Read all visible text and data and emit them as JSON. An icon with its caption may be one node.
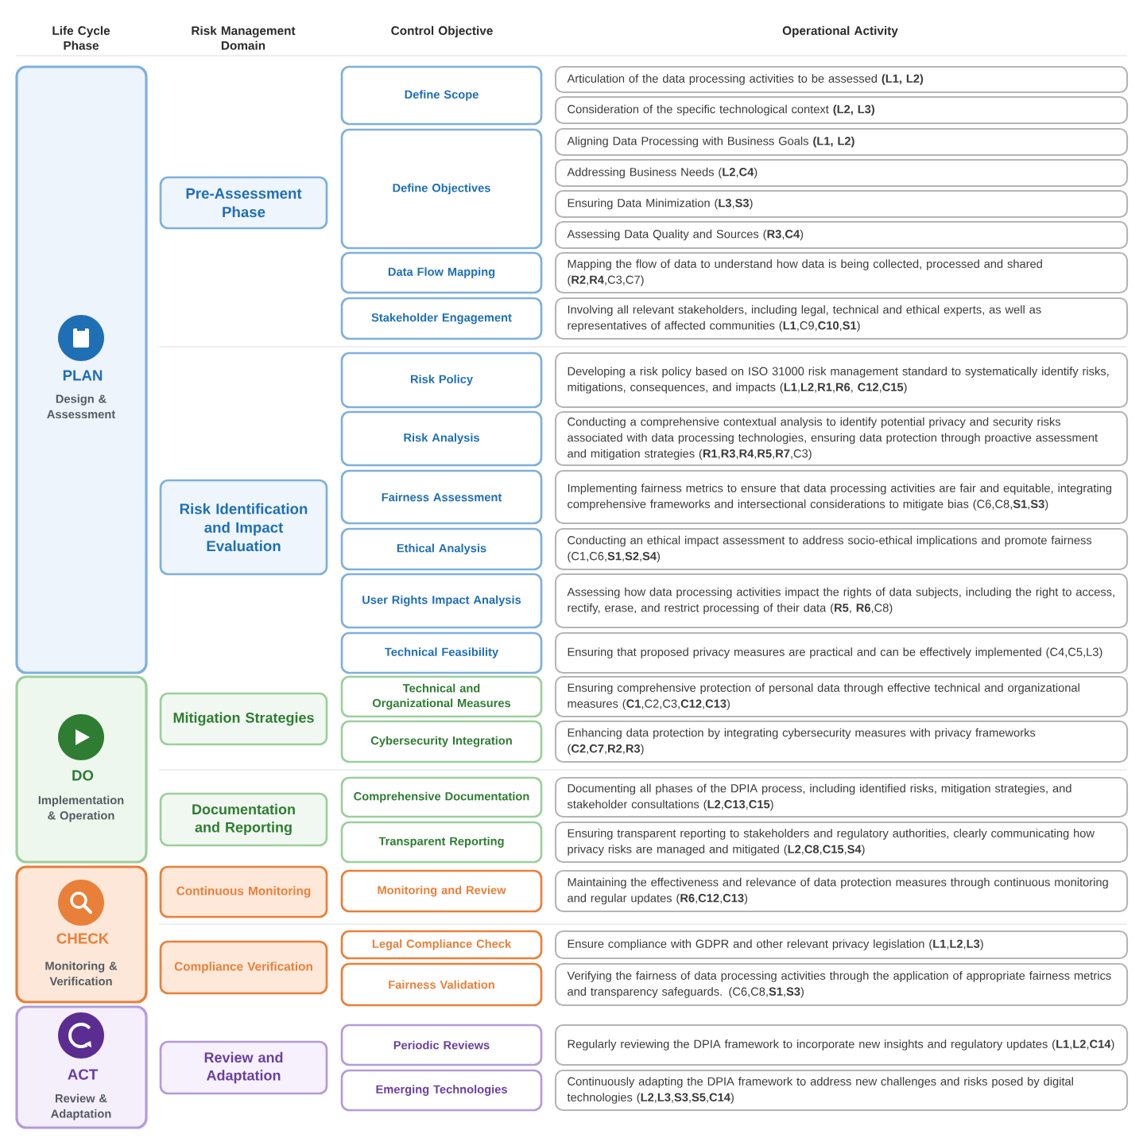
{
  "diagram": {
    "nodes": [
      {
        "text": [
          "PLAN",
          "Design & Assessment"
        ]
      },
      {
        "text": [
          "DO",
          "Implementation & Operation"
        ]
      },
      {
        "text": [
          "CHECK",
          "Monitoring & Verification"
        ]
      },
      {
        "text": [
          "ACT",
          "Review & Adaptation"
        ]
      },
      {
        "text": [
          "Pre-Assessment Phase"
        ]
      },
      {
        "text": [
          "Risk Identification and Impact Evaluation"
        ]
      },
      {
        "text": [
          "Mitigation Strategies"
        ]
      },
      {
        "text": [
          "Documentation and Reporting"
        ]
      },
      {
        "text": [
          "Continuous Monitoring"
        ]
      },
      {
        "text": [
          "Compliance Verification"
        ]
      },
      {
        "text": [
          "Review and Adaptation"
        ]
      },
      {
        "text": [
          "Define Scope"
        ]
      },
      {
        "text": [
          "Define Objectives"
        ]
      },
      {
        "text": [
          "Data Flow Mapping"
        ]
      },
      {
        "text": [
          "Stakeholder Engagement"
        ]
      },
      {
        "text": [
          "Risk Policy"
        ]
      },
      {
        "text": [
          "Risk Analysis"
        ]
      },
      {
        "text": [
          "Fairness Assessment"
        ]
      },
      {
        "text": [
          "Ethical Analysis"
        ]
      },
      {
        "text": [
          "User Rights Impact Analysis"
        ]
      },
      {
        "text": [
          "Technical Feasibility"
        ]
      },
      {
        "text": [
          "Technical and Organizational Measures"
        ]
      },
      {
        "text": [
          "Cybersecurity Integration"
        ]
      },
      {
        "text": [
          "Comprehensive Documentation"
        ]
      },
      {
        "text": [
          "Transparent Reporting"
        ]
      },
      {
        "text": [
          "Monitoring and Review"
        ]
      },
      {
        "text": [
          "Legal Compliance Check"
        ]
      },
      {
        "text": [
          "Fairness Validation"
        ]
      },
      {
        "text": [
          "Periodic Reviews"
        ]
      },
      {
        "text": [
          "Emerging Technologies"
        ]
      },
      {
        "text": [
          "Articulation of the data processing activities to be assessed **(L1, L2)**"
        ]
      },
      {
        "text": [
          "Consideration of the specific technological context **(L2, L3)**"
        ]
      },
      {
        "text": [
          "Aligning Data Processing with Business Goals **(L1, L2)**"
        ]
      },
      {
        "text": [
          "Addressing Business Needs (**L2**,**C4**)"
        ]
      },
      {
        "text": [
          "Ensuring Data Minimization (**L3**,**S3**)"
        ]
      },
      {
        "text": [
          "Assessing Data Quality and Sources (**R3**,**C4**)"
        ]
      },
      {
        "text": [
          "Mapping the flow of data to understand how data is being collected, processed and shared (**R2**,**R4**,C3,C7)"
        ]
      },
      {
        "text": [
          "Involving all relevant stakeholders, including legal, technical and ethical experts, as well as representatives of affected communities (**L1**,C9,**C10**,**S1**)"
        ]
      },
      {
        "text": [
          "Developing a risk policy based on ISO 31000 risk management standard to systematically identify risks, mitigations, consequences, and impacts (**L1**,**L2**,**R1**,**R6**, **C12**,**C15**)"
        ]
      },
      {
        "text": [
          "Conducting a comprehensive contextual analysis to identify potential privacy and security risks associated with data processing technologies, ensuring data protection through proactive assessment and mitigation strategies (**R1**,**R3**,**R4**,**R5**,**R7**,C3)"
        ]
      },
      {
        "text": [
          "Implementing fairness metrics to ensure that data processing activities are fair and equitable, integrating comprehensive frameworks and intersectional considerations to mitigate bias (C6,C8,**S1**,**S3**)"
        ]
      },
      {
        "text": [
          "Conducting an ethical impact assessment to address socio-ethical implications and promote fairness (C1,C6,**S1**,**S2**,**S4**)"
        ]
      },
      {
        "text": [
          "Assessing how data processing activities impact the rights of data subjects, including the right to access, rectify, erase, and restrict processing of their data (**R5**, **R6**,C8)"
        ]
      },
      {
        "text": [
          "Ensuring that proposed privacy measures are practical and can be effectively implemented (C4,C5,L3)"
        ]
      },
      {
        "text": [
          "Ensuring comprehensive protection of personal data through effective technical and organizational measures (**C1**,C2,C3,**C12**,**C13**)"
        ]
      },
      {
        "text": [
          "Enhancing data protection by integrating cybersecurity measures with privacy frameworks (**C2**,**C7**,**R2**,**R3**)"
        ]
      },
      {
        "text": [
          "Documenting all phases of the DPIA process, including identified risks, mitigation strategies, and stakeholder consultations (**L2**,**C13**,**C15**)"
        ]
      },
      {
        "text": [
          "Ensuring transparent reporting to stakeholders and regulatory authorities, clearly communicating how privacy risks are managed and mitigated (**L2**,**C8**,**C15**,**S4**)"
        ]
      },
      {
        "text": [
          "Maintaining the effectiveness and relevance of data protection measures through continuous monitoring and regular updates (**R6**,**C12**,**C13**)"
        ]
      },
      {
        "text": [
          "Ensure compliance with GDPR and other relevant privacy legislation (**L1**,**L2**,**L3**)"
        ]
      },
      {
        "text": [
          "Verifying the fairness of data processing activities through the application of appropriate fairness metrics and transparency safeguards. (C6,C8,**S1**,**S3**)"
        ]
      },
      {
        "text": [
          "Regularly reviewing the DPIA framework to incorporate new insights and regulatory updates (**L1**,**L2**,**C14**)"
        ]
      },
      {
        "text": [
          "Continuously adapting the DPIA framework to address new challenges and risks posed by digital technologies (**L2**,**L3**,**S3**,**S5**,**C14**)"
        ]
      }
    ],
    "labels": [
      "Life Cycle Phase",
      "Risk Management Domain",
      "Control Objective",
      "Operational Activity"
    ]
  }
}
